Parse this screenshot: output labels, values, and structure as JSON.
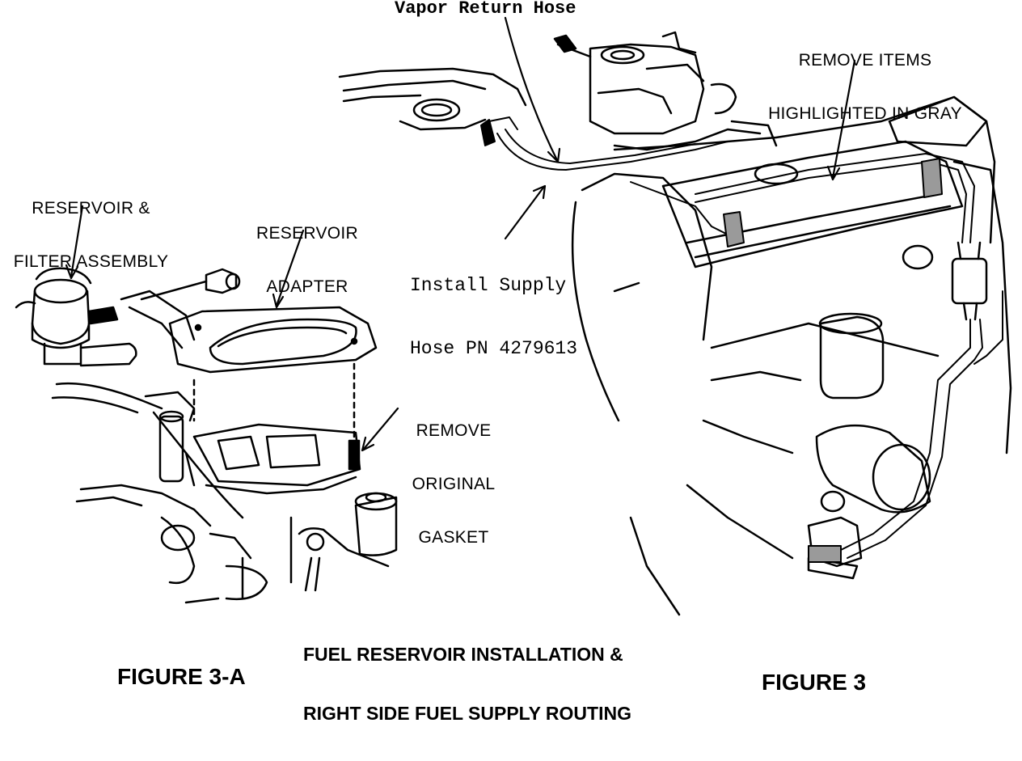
{
  "labels": {
    "vapor_return_hose": "Vapor Return Hose",
    "remove_items_line1": "REMOVE ITEMS",
    "remove_items_line2": "HIGHLIGHTED IN GRAY",
    "reservoir_filter_line1": "RESERVOIR &",
    "reservoir_filter_line2": "FILTER ASSEMBLY",
    "reservoir_adapter_line1": "RESERVOIR",
    "reservoir_adapter_line2": "ADAPTER",
    "install_supply_line1": "Install Supply",
    "install_supply_line2": "Hose PN 4279613",
    "remove_gasket_line1": "REMOVE",
    "remove_gasket_line2": "ORIGINAL",
    "remove_gasket_line3": "GASKET"
  },
  "caption": {
    "line1": "FUEL RESERVOIR INSTALLATION &",
    "line2": "RIGHT SIDE FUEL SUPPLY ROUTING"
  },
  "figures": {
    "left": "FIGURE 3-A",
    "right": "FIGURE 3"
  },
  "colors": {
    "ink": "#000000",
    "paper": "#ffffff",
    "highlight_gray": "#9a9a9a"
  }
}
